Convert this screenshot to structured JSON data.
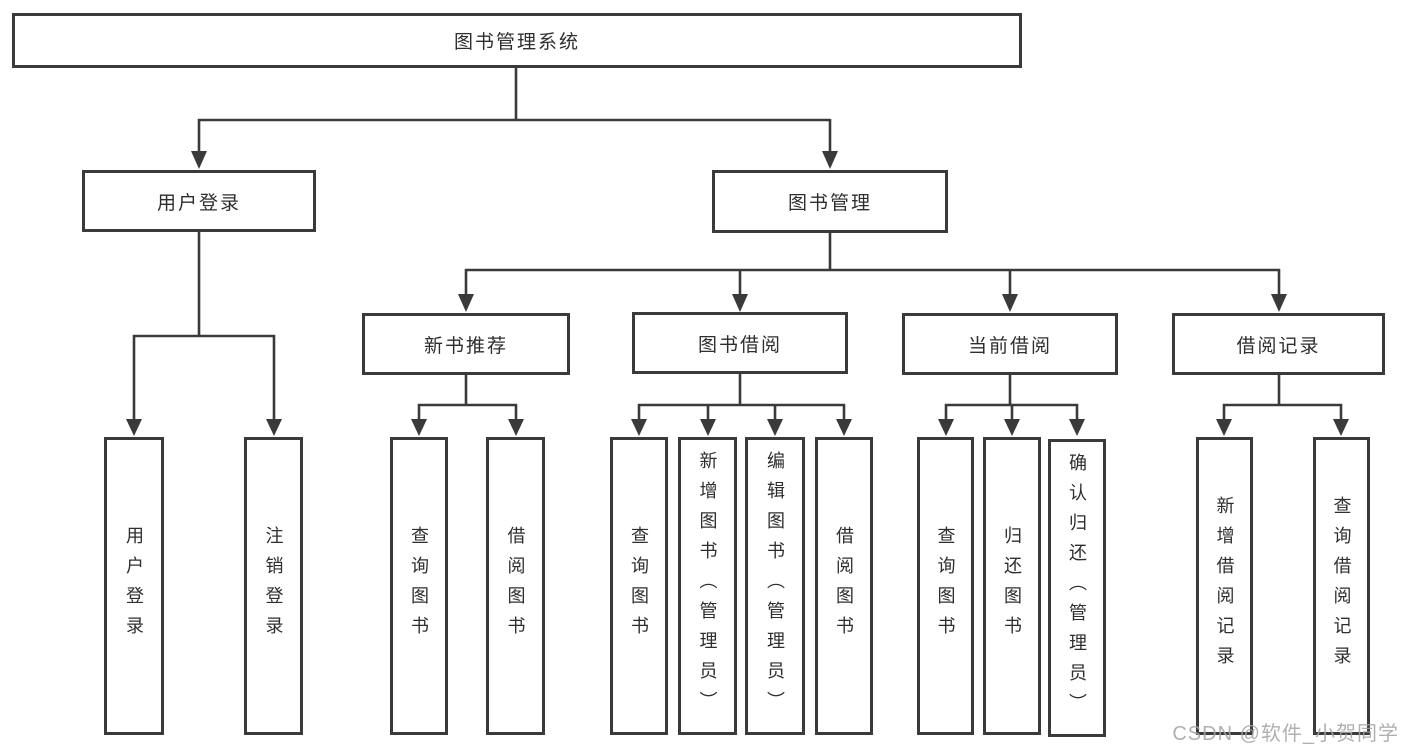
{
  "diagram": {
    "root": {
      "label": "图书管理系统"
    },
    "branches": [
      {
        "label": "用户登录",
        "children": [
          {
            "label": "用户登录"
          },
          {
            "label": "注销登录"
          }
        ]
      },
      {
        "label": "图书管理",
        "sections": [
          {
            "label": "新书推荐",
            "children": [
              {
                "label": "查询图书"
              },
              {
                "label": "借阅图书"
              }
            ]
          },
          {
            "label": "图书借阅",
            "children": [
              {
                "label": "查询图书"
              },
              {
                "label": "新增图书（管理员）"
              },
              {
                "label": "编辑图书（管理员）"
              },
              {
                "label": "借阅图书"
              }
            ]
          },
          {
            "label": "当前借阅",
            "children": [
              {
                "label": "查询图书"
              },
              {
                "label": "归还图书"
              },
              {
                "label": "确认归还（管理员）"
              }
            ]
          },
          {
            "label": "借阅记录",
            "children": [
              {
                "label": "新增借阅记录"
              },
              {
                "label": "查询借阅记录"
              }
            ]
          }
        ]
      }
    ]
  },
  "watermark": {
    "text": "CSDN @软件_小贺同学"
  },
  "colors": {
    "line": "#3a3a3a",
    "box_border": "#3a3a3a",
    "text": "#2e2e2e",
    "watermark": "#a6a6a6",
    "background": "#ffffff"
  }
}
